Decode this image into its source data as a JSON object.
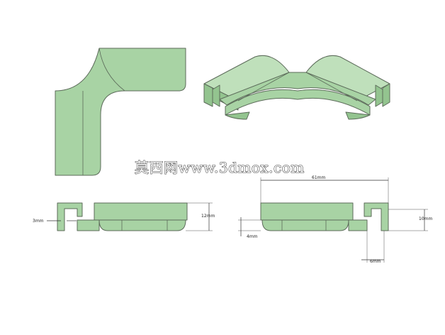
{
  "watermark": "莫西网www.3dmox.com",
  "dimensions": {
    "left_gap": "3mm",
    "left_height": "12mm",
    "top_length": "61mm",
    "right_height": "10mm",
    "bottom_left": "4mm",
    "bottom_right": "6mm"
  },
  "colors": {
    "part_fill": "#a8d3a4",
    "part_stroke": "#5c6b5a",
    "background": "#ffffff"
  }
}
